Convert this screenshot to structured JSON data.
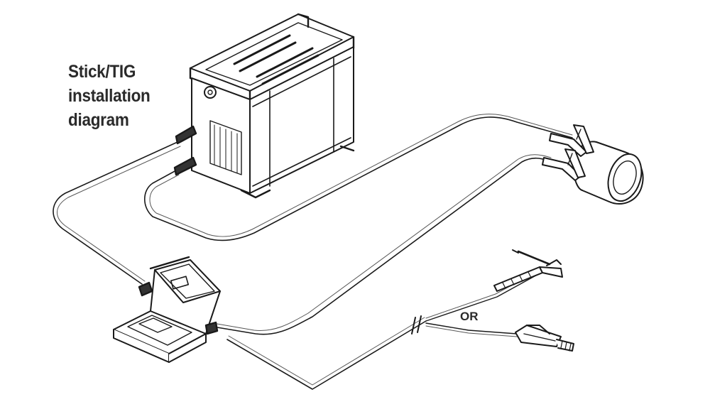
{
  "diagram": {
    "title_lines": [
      "Stick/TIG",
      "installation",
      "diagram"
    ],
    "or_label": "OR"
  }
}
